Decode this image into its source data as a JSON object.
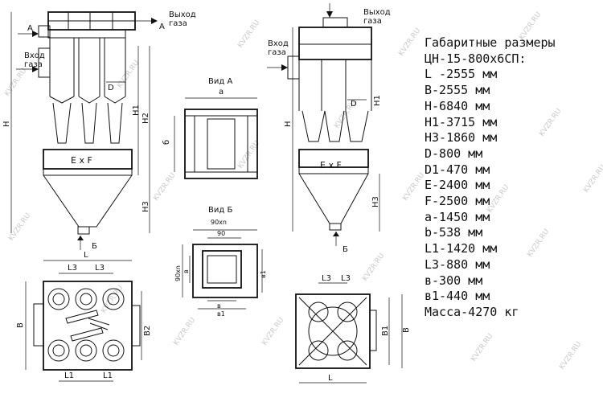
{
  "labels": {
    "vyhod_gaza": "Выход\nгаза",
    "vhod_gaza": "Вход\nгаза",
    "section_a": "А",
    "section_b": "Б",
    "vid_a": "Вид А",
    "vid_b": "Вид Б",
    "h": "Н",
    "h1": "Н1",
    "h2": "Н2",
    "h3": "Н3",
    "d": "D",
    "exf": "E x F",
    "a_small": "а",
    "b_small": "б",
    "l": "L",
    "l1": "L1",
    "l3": "L3",
    "b_big": "В",
    "b1": "В1",
    "b2": "В2",
    "vb": "в",
    "vb1": "в1",
    "d90": "90",
    "d90xn": "90хn"
  },
  "spec": {
    "title": "Габаритные размеры",
    "model": "ЦН-15-800х6СП:",
    "rows": [
      "L -2555 мм",
      "B-2555 мм",
      "H-6840 мм",
      "H1-3715 мм",
      "H3-1860 мм",
      "D-800 мм",
      "D1-470 мм",
      "E-2400 мм",
      "F-2500 мм",
      "a-1450 мм",
      "b-538 мм",
      "L1-1420 мм",
      "L3-880 мм",
      "в-300 мм",
      "в1-440 мм",
      "Масса-4270 кг"
    ]
  },
  "watermark": "KVZR.RU"
}
